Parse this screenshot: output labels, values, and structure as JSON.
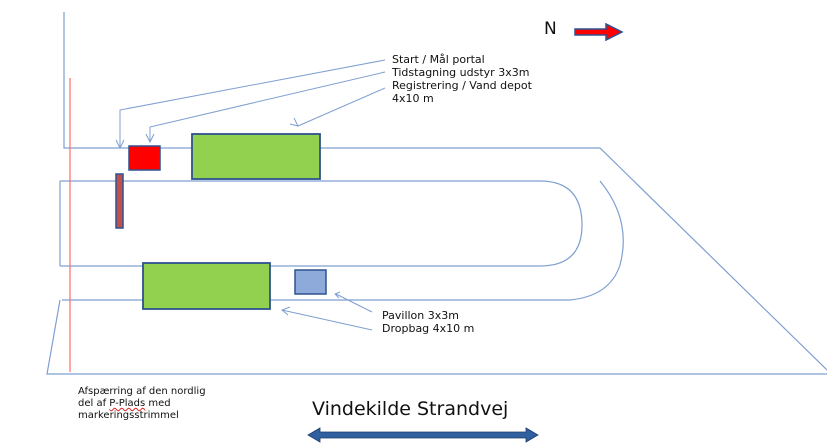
{
  "north": {
    "letter": "N"
  },
  "portal_notes": {
    "line1": "Start / Mål portal",
    "line2": "Tidstagning udstyr 3x3m",
    "line3": "Registrering / Vand depot",
    "line4": "4x10 m"
  },
  "pavillon_notes": {
    "line1": "Pavillon 3x3m",
    "line2": "Dropbag 4x10 m"
  },
  "barrier_note": {
    "line1": "Afspærring af den nordlig",
    "line2_before": "del af ",
    "line2_link": "P-Plads",
    "line2_after": " med",
    "line3": "markeringsstrimmel"
  },
  "road_name": "Vindekilde Strandvej",
  "colors": {
    "route_line": "#7f9fd1",
    "green_area": "#92d050",
    "area_border": "#2f528f",
    "red_area": "#ff0000",
    "pavillon_blue": "#8eaadb",
    "barrier_red": "#ff6b6b",
    "arrow_blue": "#2f5f9e"
  }
}
